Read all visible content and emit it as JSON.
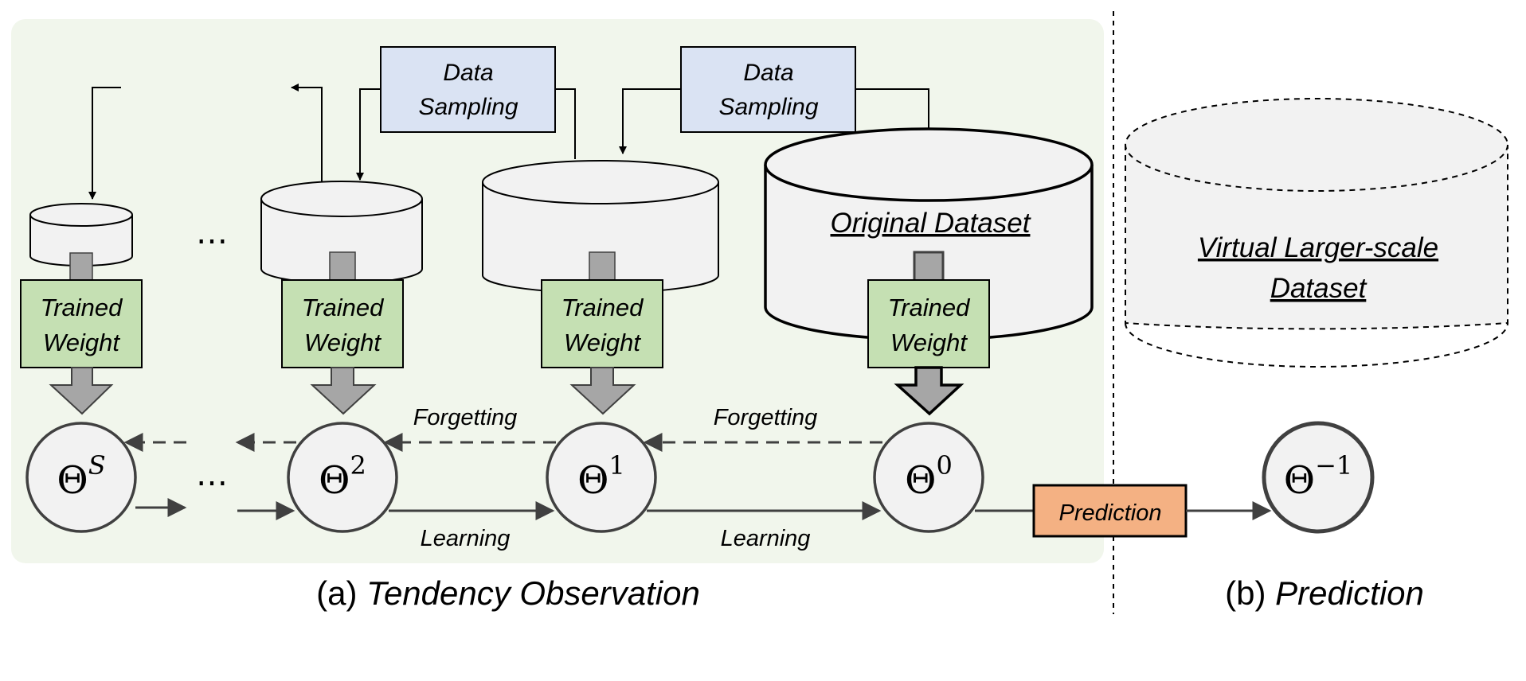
{
  "colors": {
    "panel_bg": "#f1f6ec",
    "data_sampling_fill": "#dae3f3",
    "trained_weight_fill": "#c5e0b3",
    "prediction_fill": "#f4b183",
    "node_fill": "#f2f2f2",
    "arrow_gray": "#a6a6a6",
    "dark_stroke": "#404040"
  },
  "sampling": [
    {
      "line1": "Data",
      "line2": "Sampling"
    },
    {
      "line1": "Data",
      "line2": "Sampling"
    }
  ],
  "weights": [
    {
      "line1": "Trained",
      "line2": "Weight"
    },
    {
      "line1": "Trained",
      "line2": "Weight"
    },
    {
      "line1": "Trained",
      "line2": "Weight"
    },
    {
      "line1": "Trained",
      "line2": "Weight"
    }
  ],
  "datasets": {
    "original": "Original Dataset",
    "virtual_line1": "Virtual Larger-scale",
    "virtual_line2": "Dataset"
  },
  "nodes": {
    "s": {
      "base": "Θ",
      "sup": "S"
    },
    "n2": {
      "base": "Θ",
      "sup": "2"
    },
    "n1": {
      "base": "Θ",
      "sup": "1"
    },
    "n0": {
      "base": "Θ",
      "sup": "0"
    },
    "nm1": {
      "base": "Θ",
      "sup": "−1"
    }
  },
  "ellipsis": "…",
  "edge_labels": {
    "forgetting_a": "Forgetting",
    "forgetting_b": "Forgetting",
    "learning_a": "Learning",
    "learning_b": "Learning"
  },
  "prediction_box": "Prediction",
  "captions": {
    "a_prefix": "(a) ",
    "a_title": "Tendency Observation",
    "b_prefix": "(b) ",
    "b_title": "Prediction"
  },
  "icons": [
    "cylinder-icon",
    "arrow-icon"
  ]
}
